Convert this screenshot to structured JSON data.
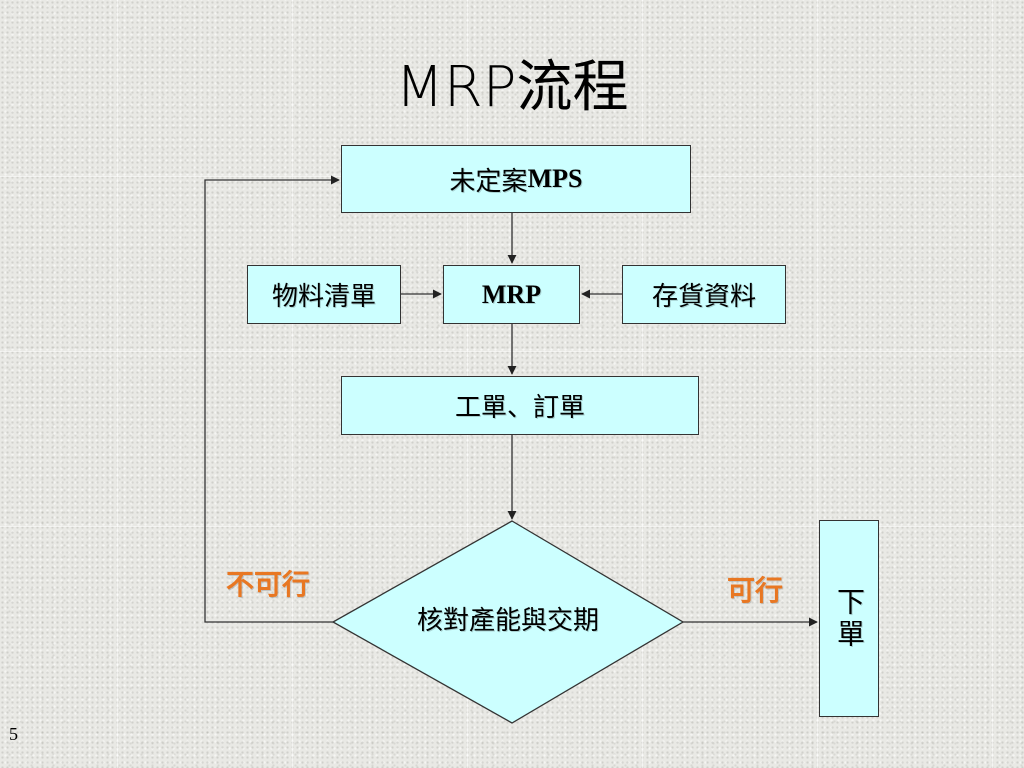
{
  "slide": {
    "title": "MRP流程",
    "page_number": "5"
  },
  "flowchart": {
    "nodes": {
      "tentative_mps": {
        "prefix": "未定案",
        "suffix": "MPS"
      },
      "bill_of_materials": "物料清單",
      "mrp": "MRP",
      "inventory_data": "存貨資料",
      "work_purchase_orders": "工單、訂單",
      "check_capacity_delivery": "核對產能與交期",
      "place_order": "下單"
    },
    "edge_labels": {
      "not_feasible": "不可行",
      "feasible": "可行"
    }
  },
  "colors": {
    "box_fill": "#ccffff",
    "label_orange": "#e87722",
    "line": "#333333"
  }
}
